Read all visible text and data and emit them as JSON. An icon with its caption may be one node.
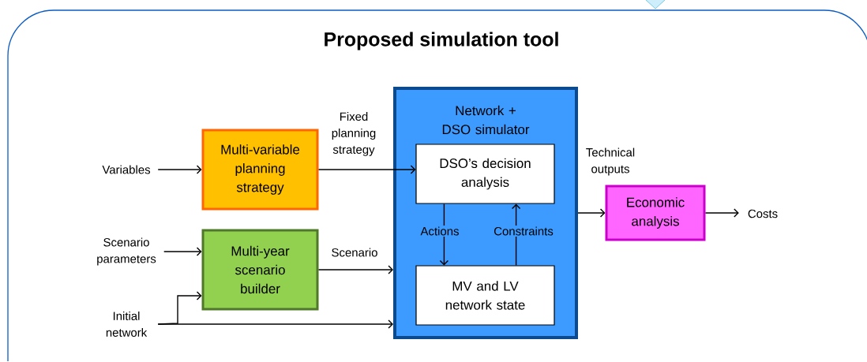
{
  "diagram": {
    "nodes": [
      {
        "text": [
          "Proposed simulation tool"
        ]
      },
      {
        "text": [
          "Variables"
        ],
        "in": 0
      },
      {
        "text": [
          "Multi-variable planning strategy"
        ],
        "in": 0
      },
      {
        "text": [
          "Network + DSO simulator"
        ],
        "in": 0
      },
      {
        "text": [
          "DSO’s decision analysis"
        ],
        "in": 3
      },
      {
        "text": [
          "MV and LV network state"
        ],
        "in": 3
      },
      {
        "text": [
          "Economic analysis"
        ],
        "in": 0
      },
      {
        "text": [
          "Costs"
        ],
        "in": 0
      },
      {
        "text": [
          "Scenario parameters"
        ],
        "in": 0
      },
      {
        "text": [
          "Multi-year scenario builder"
        ],
        "in": 0
      },
      {
        "text": [
          "Initial network"
        ],
        "in": 0
      }
    ],
    "edges": [
      {
        "from": 1,
        "to": 2,
        "arrow": "to"
      },
      {
        "from": 2,
        "to": 4,
        "arrow": "to",
        "label": "Fixed planning strategy"
      },
      {
        "from": 4,
        "to": 5,
        "arrow": "to",
        "label": "Actions"
      },
      {
        "from": 5,
        "to": 4,
        "arrow": "to",
        "label": "Constraints"
      },
      {
        "from": 3,
        "to": 6,
        "arrow": "to",
        "label": "Technical outputs"
      },
      {
        "from": 6,
        "to": 7,
        "arrow": "to"
      },
      {
        "from": 8,
        "to": 9,
        "arrow": "to"
      },
      {
        "from": 9,
        "to": 3,
        "arrow": "to",
        "label": "Scenario"
      },
      {
        "from": 10,
        "to": 9,
        "arrow": "to"
      },
      {
        "from": 10,
        "to": 3,
        "arrow": "to"
      }
    ]
  }
}
